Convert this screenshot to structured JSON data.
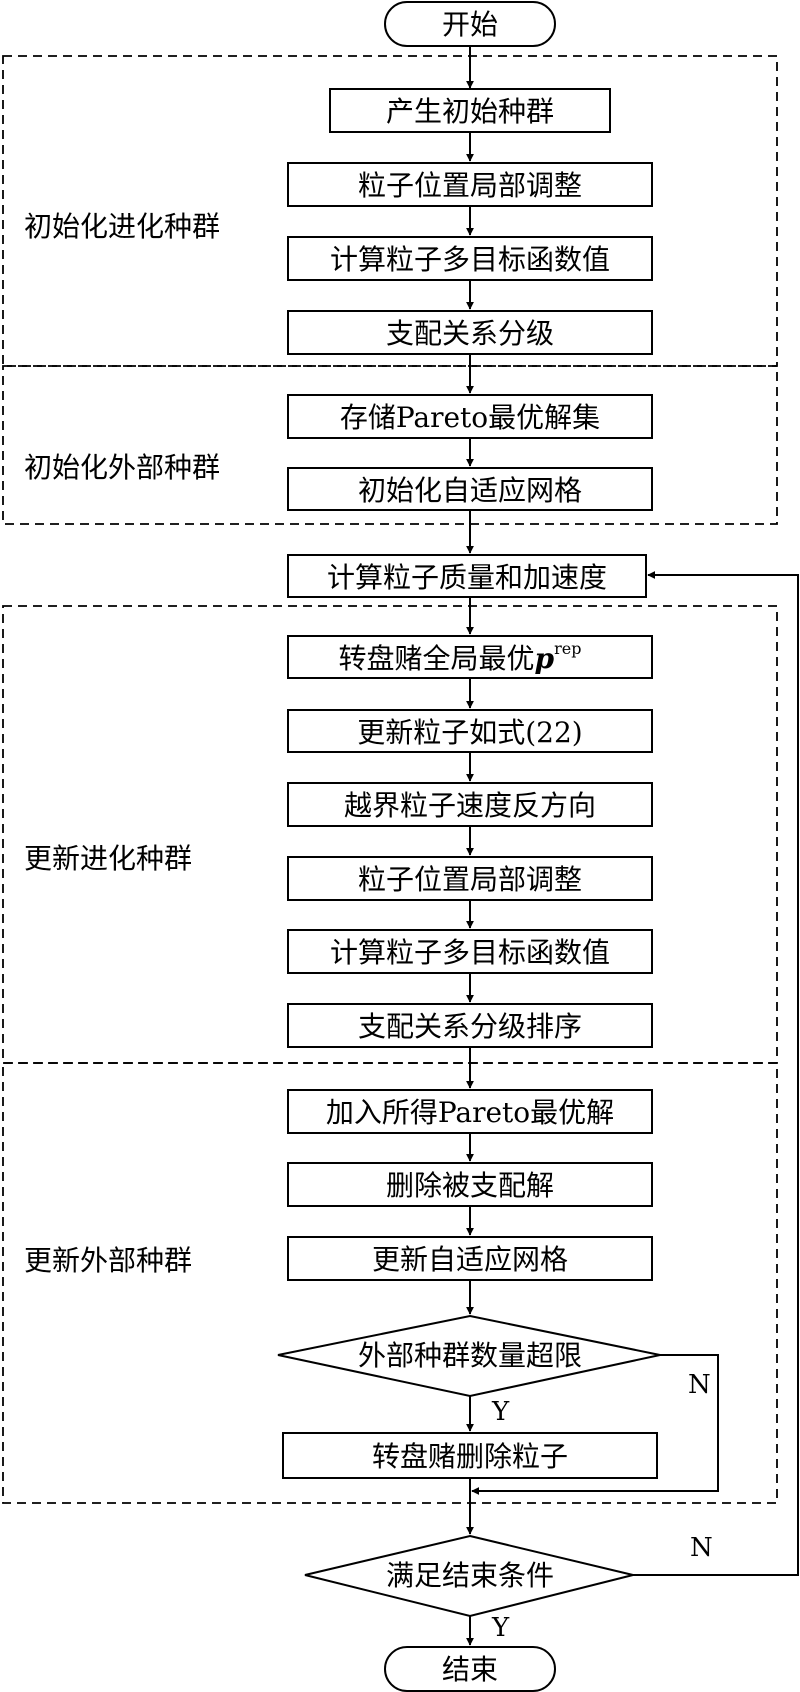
{
  "colors": {
    "line": "#000000",
    "background": "#ffffff"
  },
  "nodes": {
    "start": "开始",
    "gen_init_pop": "产生初始种群",
    "local_adjust_1": "粒子位置局部调整",
    "calc_objectives_1": "计算粒子多目标函数值",
    "dominance_rank_1": "支配关系分级",
    "store_pareto": "存储Pareto最优解集",
    "init_grid": "初始化自适应网格",
    "calc_mass_accel": "计算粒子质量和加速度",
    "roulette_global_best": "转盘赌全局最优",
    "roulette_global_best_var": "p",
    "roulette_global_best_sup": "rep",
    "update_particles": "更新粒子如式(22)",
    "reverse_velocity": "越界粒子速度反方向",
    "local_adjust_2": "粒子位置局部调整",
    "calc_objectives_2": "计算粒子多目标函数值",
    "dominance_sort": "支配关系分级排序",
    "add_pareto": "加入所得Pareto最优解",
    "delete_dominated": "删除被支配解",
    "update_grid": "更新自适应网格",
    "decision_overflow": "外部种群数量超限",
    "roulette_delete": "转盘赌删除粒子",
    "decision_end": "满足结束条件",
    "end": "结束"
  },
  "groups": {
    "init_evolution": "初始化进化种群",
    "init_external": "初始化外部种群",
    "update_evolution": "更新进化种群",
    "update_external": "更新外部种群"
  },
  "labels": {
    "yes": "Y",
    "no": "N"
  }
}
